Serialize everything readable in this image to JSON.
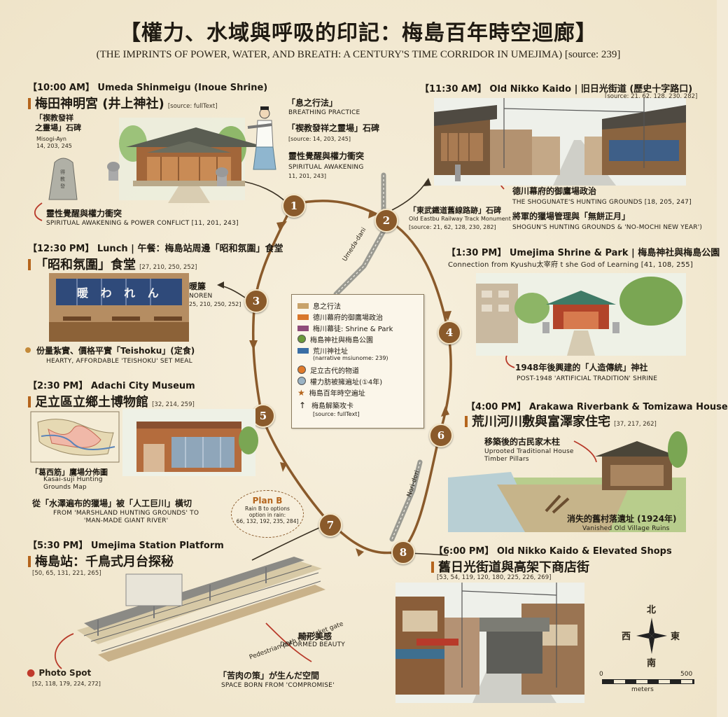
{
  "header": {
    "title": "【權力、水域與呼吸的印記：梅島百年時空迴廊】",
    "subtitle": "(THE IMPRINTS OF POWER, WATER, AND BREATH: A CENTURY'S TIME CORRIDOR IN UMEJIMA) [source: 239]"
  },
  "stops": {
    "s1": {
      "time": "【10:00 AM】 Umeda Shinmeigu (Inoue Shrine)",
      "place": "梅田神明宮 (井上神社)",
      "source": "[source: fullText]",
      "stone_zh": "「禊教發祥\n之靈場」石碑",
      "stone_en": "Misogi-Ayn\n14, 203, 245",
      "note_zh": "靈性覺醒與權力衝突",
      "note_en": "SPIRITUAL AWAKENING & POWER CONFLICT [11, 201, 243]",
      "side_zh1": "「息之行法」",
      "side_en1": "BREATHING PRACTICE",
      "side_zh2": "「禊教發祥之靈場」石碑",
      "side_src2": "[source: 14, 203, 245]",
      "side_zh3": "靈性覺醒與權力衝突",
      "side_en3": "SPIRITUAL AWAKENING",
      "side_src3": "11, 201, 243]"
    },
    "s2": {
      "time": "【11:30 AM】 Old Nikko Kaido | 旧日光街道 (歷史十字路口)",
      "source": "[source: 21, 62, 128, 230, 282]",
      "note_zh1": "德川幕府的御鷹場政治",
      "note_en1": "THE SHOGUNATE'S HUNTING GROUNDS [18, 205, 247]",
      "note_zh2": "將軍的獵場管理與「無餅正月」",
      "note_en2": "SHOGUN'S HUNTING GROUNDS & 'NO-MOCHI NEW YEAR')",
      "rail_zh": "「東武鐵道舊線路跡」石碑",
      "rail_en": "Old Eastbu Railway Track Monument",
      "rail_src": "[source: 21, 62, 128, 230, 282]"
    },
    "s3": {
      "time": "【12:30 PM】 Lunch | 午餐：梅島站周邊「昭和氛圍」食堂",
      "place": "「昭和氛圍」食堂",
      "source": "[27, 210, 250, 252]",
      "noren_zh": "暖簾",
      "noren_en": "NOREN",
      "noren_src": "25, 210, 250, 252]",
      "noren_sign": "暖 わ れ ん",
      "note_zh": "份量紮實、價格平實「Teishoku」(定食)",
      "note_en": "HEARTY, AFFORDABLE 'TEISHOKU' SET MEAL"
    },
    "s4": {
      "time": "【1:30 PM】 Umejima Shrine & Park | 梅島神社與梅島公園",
      "desc": "Connection from Kyushu太宰府 t she God of Learning [41, 108, 255]",
      "note_zh": "1948年後興建的「人造傳統」神社",
      "note_en": "POST-1948 'ARTIFICIAL TRADITION' SHRINE"
    },
    "s5": {
      "time": "【2:30 PM】 Adachi City Museum",
      "place": "足立區立鄉土博物館",
      "source": "[32, 214, 259]",
      "map_zh": "「葛西筋」鷹場分佈圖",
      "map_en": "Kasai-suji Hunting\nGrounds Map",
      "note_zh": "從「水澤遍布的獵場」被「人工巨川」橫切",
      "note_en": "FROM 'MARSHLAND HUNTING GROUNDS' TO\n'MAN-MADE GIANT RIVER'"
    },
    "s6": {
      "time": "【4:00 PM】 Arakawa Riverbank & Tomizawa House",
      "place": "荒川河川敷與富澤家住宅",
      "source": "[37, 217, 262]",
      "pillar_zh": "移築後的古民家木柱",
      "pillar_en": "Uprooted Traditional House\nTimber Pillars",
      "ruins_zh": "消失的舊村落遺址 (1924年)",
      "ruins_en": "Vanished Old Village Ruins"
    },
    "s7": {
      "time": "【5:30 PM】 Umejima Station Platform",
      "place": "梅島站：千鳥式月台探秘",
      "source": "[50, 65, 131, 221, 265]",
      "path_label": "Pedestrian path to a ticket gate",
      "beauty_zh": "畸形美感",
      "beauty_en": "DEFORMED BEAUTY",
      "space_zh": "「苦肉の策」が生んだ空間",
      "space_en": "SPACE BORN FROM 'COMPROMISE'",
      "photo_label": "Photo Spot",
      "photo_src": "[52, 118, 179, 224, 272]"
    },
    "s8": {
      "time": "【6:00 PM】 Old Nikko Kaido & Elevated Shops",
      "place": "舊日光街道與高架下商店街",
      "source": "[53, 54, 119, 120, 180, 225, 226, 269]"
    }
  },
  "planb": {
    "title": "Plan B",
    "text": "Rain B to options\noption in rain:\n66, 132, 192, 235, 284]"
  },
  "route_labels": {
    "rail_label": "Umeda-dani",
    "road_label": "Nori-dori"
  },
  "nodes": [
    "1",
    "2",
    "3",
    "4",
    "5",
    "6",
    "7",
    "8"
  ],
  "legend": [
    {
      "label": "息之行法",
      "color": "#c8a26a",
      "kind": "swatch"
    },
    {
      "label": "德川幕府的御鷹場政治",
      "color": "#d9772b",
      "kind": "swatch"
    },
    {
      "label": "梅川幕徒: Shrine & Park",
      "color": "#8e4c7a",
      "kind": "swatch"
    },
    {
      "label": "梅島神社與梅島公園",
      "color": "#6a9a3a",
      "kind": "dot"
    },
    {
      "label": "荒川神社址",
      "color": "#3a6ea5",
      "kind": "swatch"
    },
    {
      "label": "(narrative msiunome: 239)",
      "color": "",
      "kind": "none"
    },
    {
      "label": "足立古代的物道",
      "color": "#e07a2a",
      "kind": "dot"
    },
    {
      "label": "權力肪被擁遍址(①4年)",
      "color": "#9bb3c4",
      "kind": "dot"
    },
    {
      "label": "梅島百年時空遍址",
      "color": "#b5651d",
      "kind": "star"
    },
    {
      "label": "梅島解築攻卡",
      "color": "",
      "kind": "arrow"
    },
    {
      "label": "[source: fullText]",
      "color": "",
      "kind": "none"
    }
  ],
  "compass": {
    "north": "北",
    "west": "西",
    "east": "東",
    "south": "南"
  },
  "scale": {
    "zero": "0",
    "max": "500",
    "unit": "meters"
  },
  "colors": {
    "route": "#8a5a2b",
    "accent": "#b5651d",
    "paper": "#f3ead6"
  }
}
